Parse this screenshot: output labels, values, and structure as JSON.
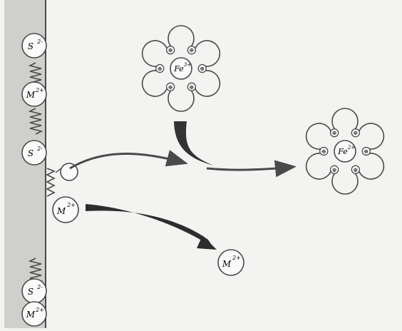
{
  "surface": {
    "ions": [
      {
        "main": "S",
        "sup": "2-"
      },
      {
        "main": "M",
        "sup": "2+"
      },
      {
        "main": "S",
        "sup": "2-"
      },
      {
        "main": "M",
        "sup": "2+"
      },
      {
        "main": "S",
        "sup": "2-"
      },
      {
        "main": "M",
        "sup": "2+"
      }
    ]
  },
  "complexes": [
    {
      "center_main": "Fe",
      "center_sup": "3+"
    },
    {
      "center_main": "Fe",
      "center_sup": "2+"
    }
  ],
  "released_ion": {
    "main": "M",
    "sup": "2+"
  },
  "ligand_charge_symbol": "⊕",
  "colors": {
    "line": "#4a4a4a",
    "surface": "#cfcfcb",
    "background": "#f3f3f1"
  }
}
